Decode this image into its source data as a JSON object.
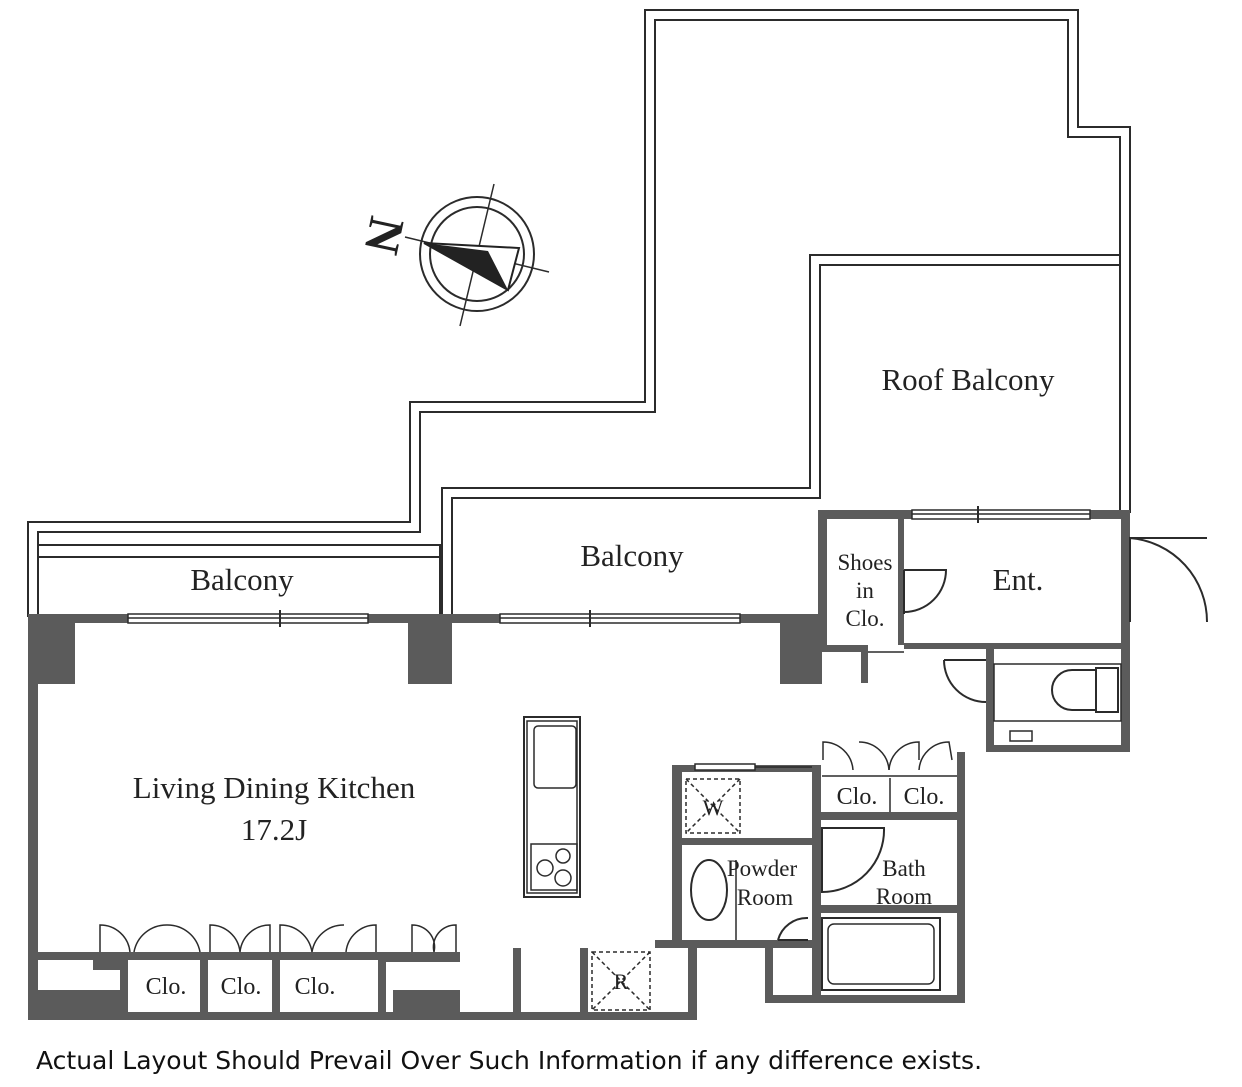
{
  "rooms": {
    "balcony_left": "Balcony",
    "balcony_center": "Balcony",
    "roof_balcony": "Roof Balcony",
    "shoes_line1": "Shoes",
    "shoes_line2": "in",
    "shoes_line3": "Clo.",
    "entrance": "Ent.",
    "ldk_name": "Living Dining Kitchen",
    "ldk_size": "17.2J",
    "closet_1": "Clo.",
    "closet_2": "Clo.",
    "closet_3": "Clo.",
    "closet_4": "Clo.",
    "closet_5": "Clo.",
    "washer": "W",
    "refrigerator": "R",
    "powder_line1": "Powder",
    "powder_line2": "Room",
    "bath_line1": "Bath",
    "bath_line2": "Room"
  },
  "compass": {
    "north_label": "N"
  },
  "footnote": "Actual Layout Should Prevail Over Such Information if any difference exists."
}
